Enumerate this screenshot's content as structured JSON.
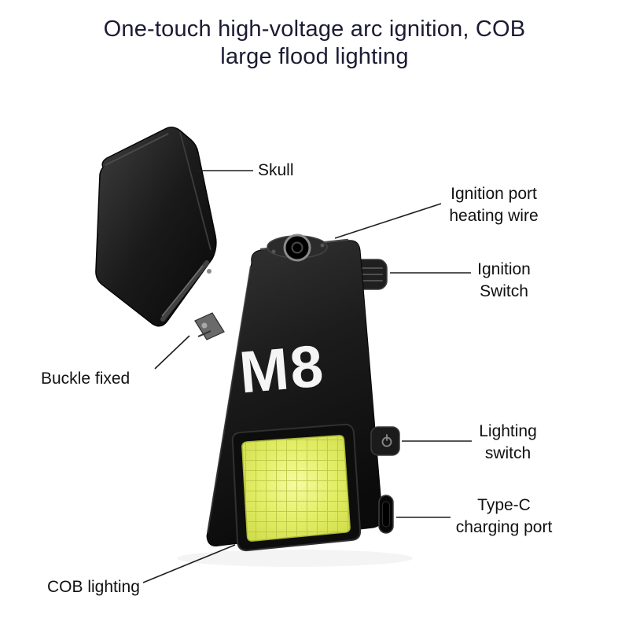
{
  "title": {
    "line1": "One-touch high-voltage arc ignition, COB",
    "line2": "large flood lighting"
  },
  "product": {
    "model": "M8"
  },
  "callouts": {
    "skull": {
      "text": "Skull"
    },
    "ignition_port": {
      "line1": "Ignition port",
      "line2": "heating wire"
    },
    "ignition_switch": {
      "line1": "Ignition",
      "line2": "Switch"
    },
    "buckle": {
      "text": "Buckle fixed"
    },
    "lighting_switch": {
      "line1": "Lighting",
      "line2": "switch"
    },
    "type_c": {
      "line1": "Type-C",
      "line2": "charging port"
    },
    "cob": {
      "text": "COB lighting"
    }
  },
  "icons": {
    "lighting_switch_button": "power-icon"
  },
  "colors": {
    "background": "#ffffff",
    "title_text": "#1b1b33",
    "label_text": "#111111",
    "body_dark": "#1a1a1a",
    "cob_panel": "#dfe95f",
    "model_text": "#f5f5f5"
  }
}
